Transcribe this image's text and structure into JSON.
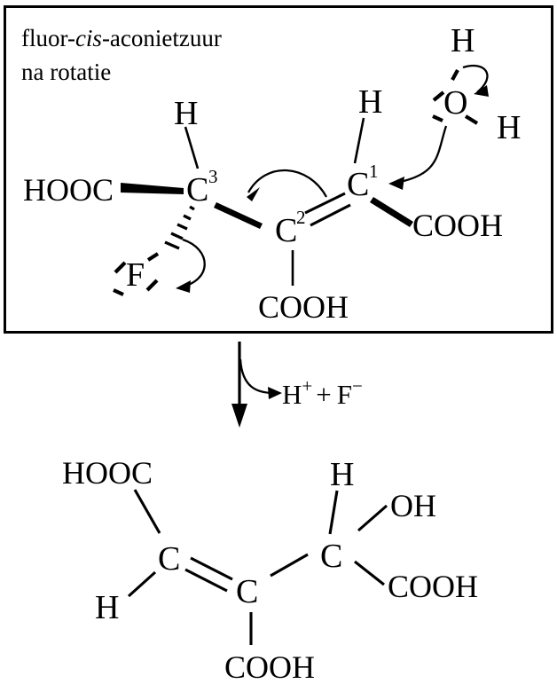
{
  "figure": {
    "language": "nl",
    "kind": "reaction-mechanism-diagram",
    "ink_color": "#000000",
    "background_color": "#ffffff"
  },
  "reactant_box": {
    "title_line1_prefix": "fluor-",
    "title_line1_italic": "cis",
    "title_line1_suffix": "-aconietzuur",
    "title_line2": "na rotatie",
    "atoms": {
      "c3": {
        "symbol": "C",
        "locant": "3"
      },
      "c2": {
        "symbol": "C",
        "locant": "2"
      },
      "c1": {
        "symbol": "C",
        "locant": "1"
      },
      "h_on_c3": "H",
      "h_on_c1": "H",
      "fluorine": "F",
      "water_oxygen": "O",
      "water_h_top": "H",
      "water_h_right": "H"
    },
    "groups": {
      "hooc_on_c3": "HOOC",
      "cooh_on_c2": "COOH",
      "cooh_on_c1": "COOH"
    }
  },
  "reaction_arrow": {
    "byproducts_h": "H",
    "byproducts_h_charge": "+",
    "byproducts_plus": "+",
    "byproducts_f": "F",
    "byproducts_f_charge": "−"
  },
  "product": {
    "groups": {
      "hooc_left": "HOOC",
      "h_left": "H",
      "cooh_middle": "COOH",
      "h_right": "H",
      "oh_right": "OH",
      "cooh_right": "COOH"
    },
    "atoms": {
      "c_left": "C",
      "c_middle": "C",
      "c_right": "C"
    }
  }
}
